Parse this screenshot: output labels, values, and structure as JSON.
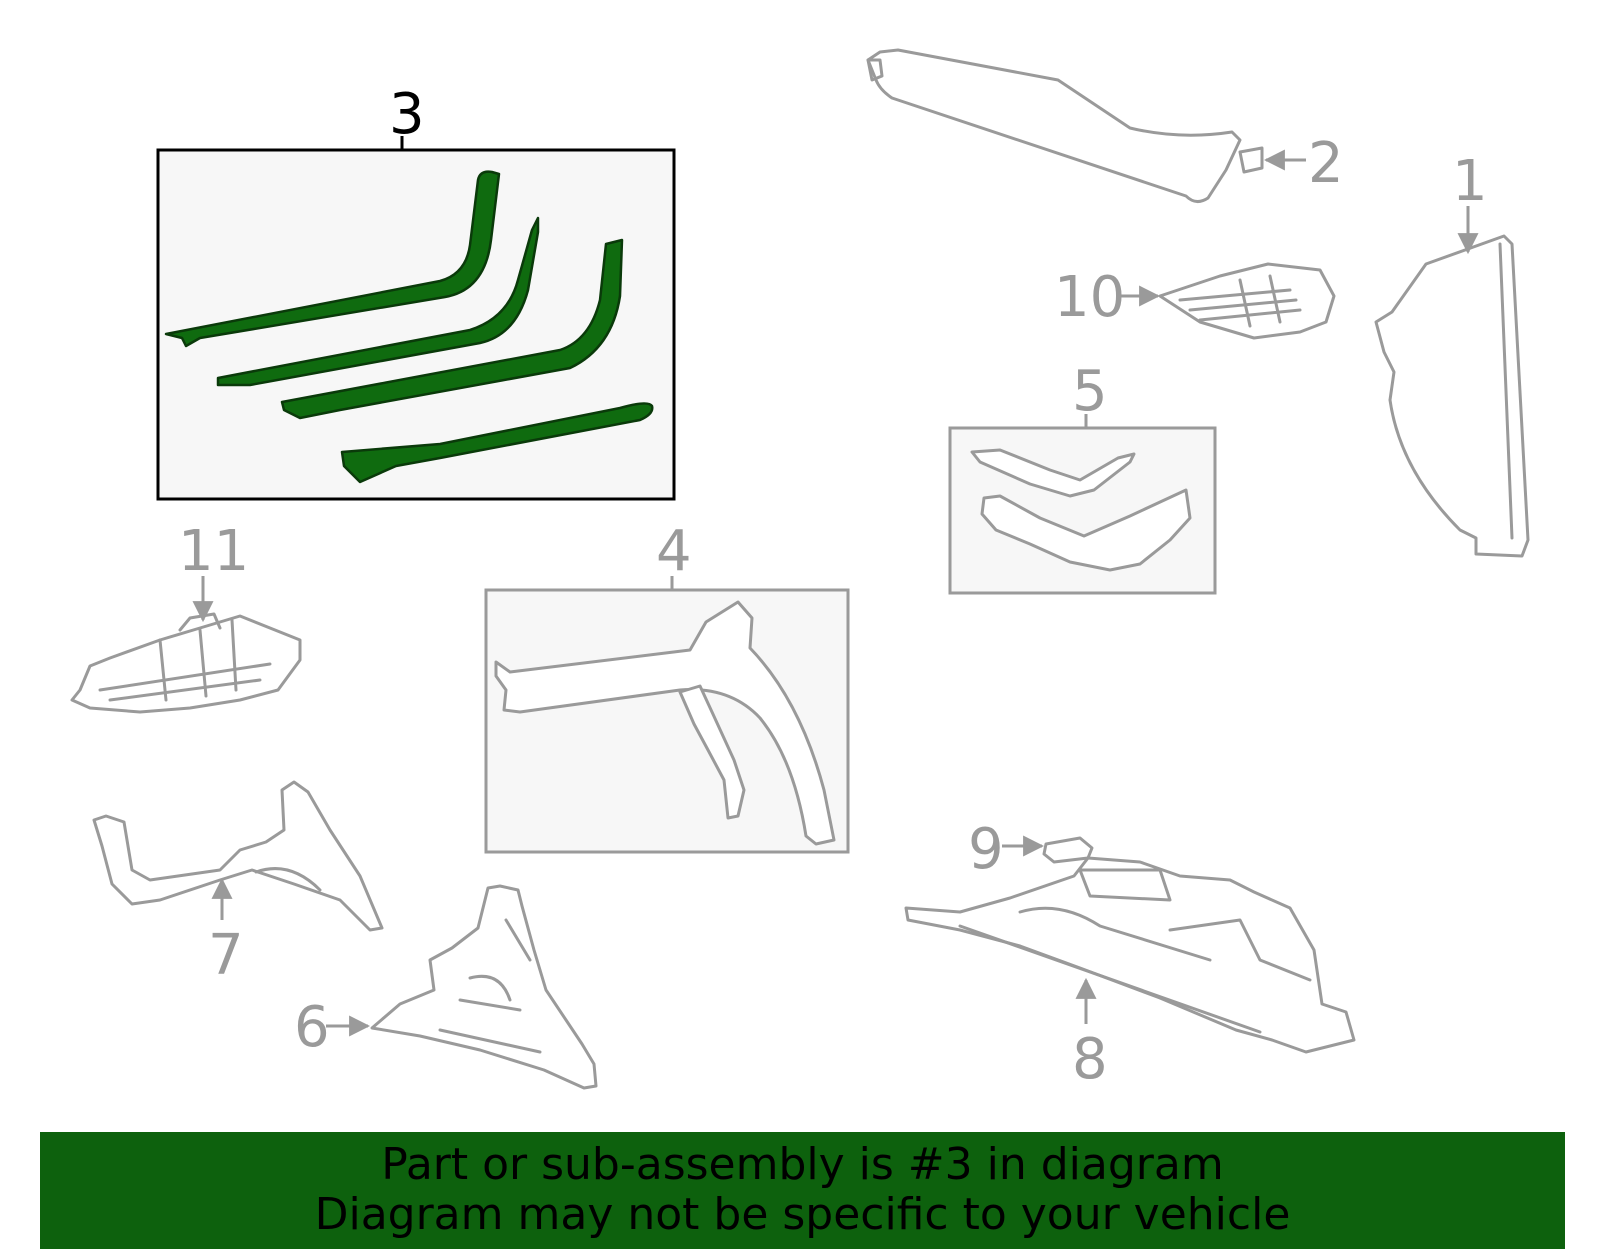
{
  "diagram": {
    "callouts": {
      "c1": "1",
      "c2": "2",
      "c3": "3",
      "c4": "4",
      "c5": "5",
      "c6": "6",
      "c7": "7",
      "c8": "8",
      "c9": "9",
      "c10": "10",
      "c11": "11"
    },
    "highlighted_part": "3",
    "colors": {
      "highlight_fill": "#0f6b0f",
      "line_gray": "#9a9a9a",
      "banner_bg": "#0d610d"
    }
  },
  "banner": {
    "line1": "Part or sub-assembly is #3 in diagram",
    "line2": "Diagram may not be specific to your vehicle"
  }
}
